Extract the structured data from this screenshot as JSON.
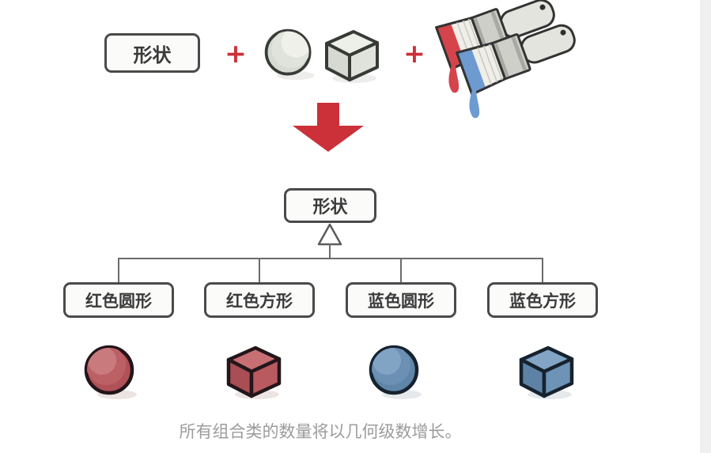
{
  "page": {
    "background_color": "#ffffff",
    "edge_strip_color": "#f0f0f0",
    "caption": "所有组合类的数量将以几何级数增长。",
    "caption_color": "#9c9c9c"
  },
  "formula": {
    "shape_label": "形状",
    "plus": "+",
    "icons": [
      {
        "name": "gray-sphere-icon",
        "color": "#dadcd4"
      },
      {
        "name": "gray-cube-icon",
        "color": "#dadcd4"
      },
      {
        "name": "red-paintbrush-icon",
        "paint_color": "#d6444b"
      },
      {
        "name": "blue-paintbrush-icon",
        "paint_color": "#6d9bd0"
      }
    ]
  },
  "arrow": {
    "name": "down-arrow-icon",
    "color": "#cc3038",
    "direction": "down"
  },
  "hierarchy": {
    "parent_label": "形状",
    "box_border_color": "#4a4a4a",
    "line_color": "#6b6b6b",
    "children": [
      {
        "label": "红色圆形",
        "icon": "red-sphere-icon",
        "color": "#b35a60"
      },
      {
        "label": "红色方形",
        "icon": "red-cube-icon",
        "color": "#b35a60"
      },
      {
        "label": "蓝色圆形",
        "icon": "blue-sphere-icon",
        "color": "#6b90b4"
      },
      {
        "label": "蓝色方形",
        "icon": "blue-cube-icon",
        "color": "#6b90b4"
      }
    ]
  }
}
